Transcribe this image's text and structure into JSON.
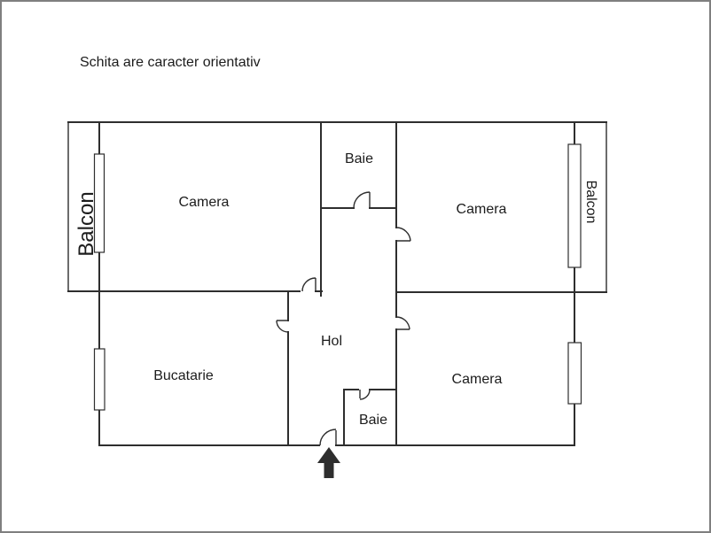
{
  "title": "Schita are caracter orientativ",
  "rooms": {
    "camera_top_left": "Camera",
    "baie_top": "Baie",
    "camera_top_right": "Camera",
    "balcon_left": "Balcon",
    "balcon_right": "Balcon",
    "bucatarie": "Bucatarie",
    "hol": "Hol",
    "camera_bottom_right": "Camera",
    "baie_bottom": "Baie"
  },
  "colors": {
    "wall": "#2e2e2e",
    "text": "#1c1c1c",
    "arrow": "#2e2e2e",
    "frame_border": "#7f7f7f",
    "background": "#ffffff"
  }
}
